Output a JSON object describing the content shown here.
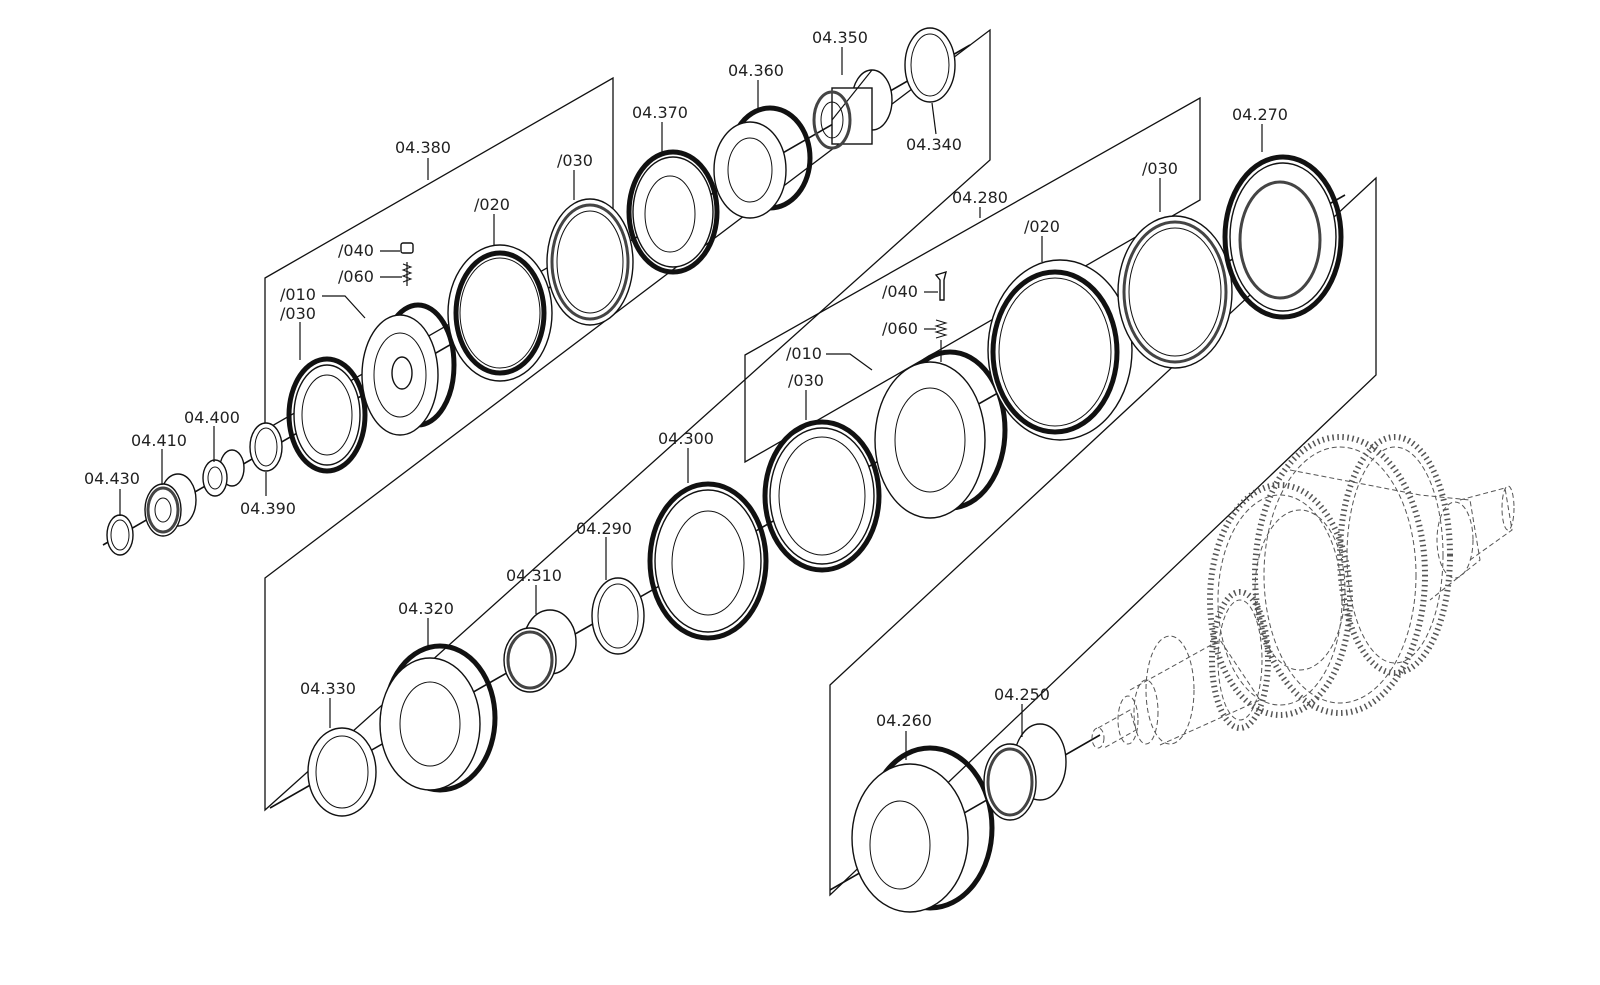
{
  "labels": {
    "p04430": "04.430",
    "p04410": "04.410",
    "p04400": "04.400",
    "p04390": "04.390",
    "p04380": "04.380",
    "g1_010": "/010",
    "g1_030a": "/030",
    "g1_040": "/040",
    "g1_060": "/060",
    "g1_020": "/020",
    "g1_030b": "/030",
    "p04370": "04.370",
    "p04360": "04.360",
    "p04350": "04.350",
    "p04340": "04.340",
    "p04330": "04.330",
    "p04320": "04.320",
    "p04310": "04.310",
    "p04290": "04.290",
    "p04300": "04.300",
    "g2_030a": "/030",
    "g2_010": "/010",
    "g2_060": "/060",
    "g2_040": "/040",
    "p04280": "04.280",
    "g2_020": "/020",
    "g2_030b": "/030",
    "p04270": "04.270",
    "p04260": "04.260",
    "p04250": "04.250"
  }
}
